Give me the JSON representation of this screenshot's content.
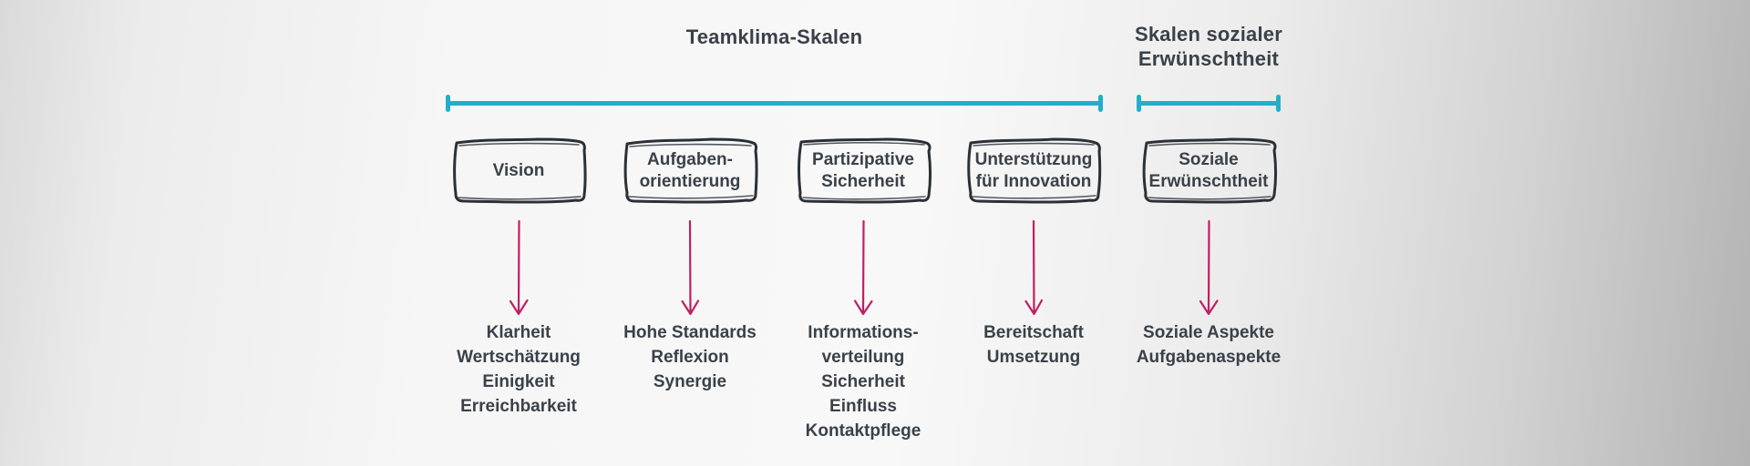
{
  "diagram": {
    "title": "Teamklima-Skalen",
    "group_headings": [
      {
        "id": "teamklima",
        "lines": [
          "Teamklima-Skalen"
        ]
      },
      {
        "id": "soziale-erwuenschtheit",
        "lines": [
          "Skalen sozialer",
          "Erwünschtheit"
        ]
      }
    ],
    "columns": [
      {
        "id": "vision",
        "box_lines": [
          "Vision"
        ],
        "items": [
          "Klarheit",
          "Wertschätzung",
          "Einigkeit",
          "Erreichbarkeit"
        ]
      },
      {
        "id": "aufgabenorientierung",
        "box_lines": [
          "Aufgaben-",
          "orientierung"
        ],
        "items": [
          "Hohe Standards",
          "Reflexion",
          "Synergie"
        ]
      },
      {
        "id": "partizipative-sicherheit",
        "box_lines": [
          "Partizipative",
          "Sicherheit"
        ],
        "items": [
          "Informations-",
          "verteilung",
          "Sicherheit",
          "Einfluss",
          "Kontaktpflege"
        ]
      },
      {
        "id": "unterstuetzung-fuer-innovation",
        "box_lines": [
          "Unterstützung",
          "für Innovation"
        ],
        "items": [
          "Bereitschaft",
          "Umsetzung"
        ]
      },
      {
        "id": "soziale-erwuenschtheit",
        "box_lines": [
          "Soziale",
          "Erwünschtheit"
        ],
        "items": [
          "Soziale Aspekte",
          "Aufgabenaspekte"
        ]
      }
    ]
  },
  "colors": {
    "teal": "#22aecb",
    "magenta": "#c01f63",
    "text": "#3a4149",
    "border": "#2b3036"
  }
}
